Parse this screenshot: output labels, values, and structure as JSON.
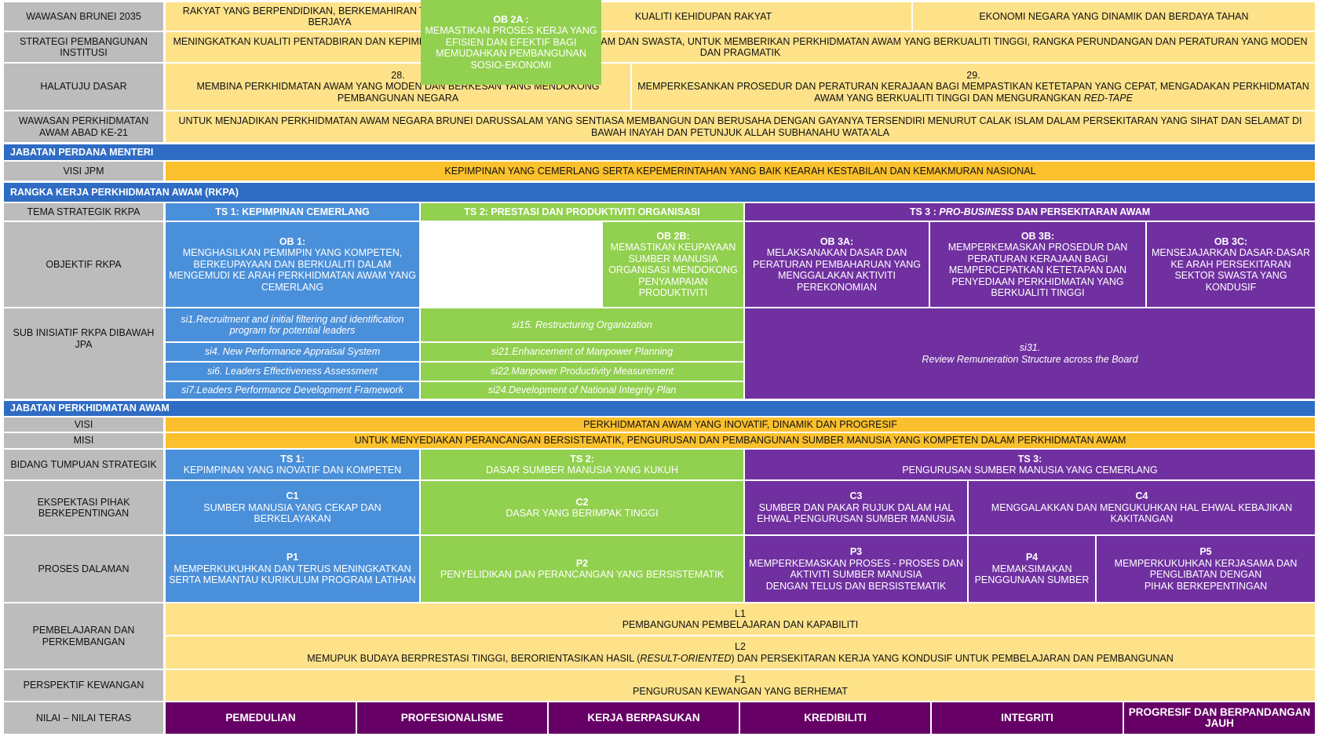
{
  "wawasan": {
    "label": "WAWASAN BRUNEI 2035",
    "goal1": "RAKYAT YANG BERPENDIDIKAN, BERKEMAHIRAN TINGGI DAN BERJAYA",
    "goal2": "KUALITI KEHIDUPAN RAKYAT",
    "goal3": "EKONOMI NEGARA YANG DINAMIK DAN BERDAYA TAHAN"
  },
  "strategi": {
    "label": "STRATEGI PEMBANGUNAN INSTITUSI",
    "text": "MENINGKATKAN KUALITI PENTADBIRAN DAN KEPIMPINAN (GOVERNANCE) DI SEKTOR AWAM DAN SWASTA, UNTUK MEMBERIKAN PERKHIDMATAN AWAM YANG BERKUALITI TINGGI, RANGKA PERUNDANGAN DAN PERATURAN YANG MODEN DAN PRAGMATIK"
  },
  "halatuju": {
    "label": "HALATUJU DASAR",
    "d28_num": "28.",
    "d28_text": "MEMBINA PERKHIDMATAN AWAM YANG MODEN DAN BERKESAN YANG MENDOKONG PEMBANGUNAN NEGARA",
    "d29_num": "29.",
    "d29_text": "MEMPERKESANKAN PROSEDUR DAN PERATURAN KERAJAAN BAGI MEMPASTIKAN KETETAPAN YANG CEPAT, MENGADAKAN PERKHIDMATAN AWAM YANG BERKUALITI TINGGI DAN MENGURANGKAN ",
    "d29_em": "RED-TAPE"
  },
  "wawasan_pa": {
    "label": "WAWASAN PERKHIDMATAN AWAM ABAD KE-21",
    "text": "UNTUK MENJADIKAN PERKHIDMATAN AWAM NEGARA BRUNEI DARUSSALAM YANG SENTIASA MEMBANGUN DAN BERUSAHA DENGAN GAYANYA TERSENDIRI MENURUT CALAK ISLAM DALAM PERSEKITARAN YANG SIHAT DAN SELAMAT DI BAWAH INAYAH DAN PETUNJUK ALLAH SUBHANAHU WATA'ALA"
  },
  "jpm": {
    "header": "JABATAN PERDANA MENTERI",
    "visi_label": "VISI JPM",
    "visi_text": "KEPIMPINAN YANG CEMERLANG SERTA KEPEMERINTAHAN YANG BAIK KEARAH KESTABILAN DAN KEMAKMURAN NASIONAL"
  },
  "rkpa": {
    "header": "RANGKA KERJA PERKHIDMATAN AWAM (RKPA)",
    "tema_label": "TEMA STRATEGIK RKPA",
    "ts1": "TS 1: KEPIMPINAN CEMERLANG",
    "ts2": "TS 2: PRESTASI DAN PRODUKTIVITI ORGANISASI",
    "ts3_prefix": "TS 3 : ",
    "ts3_em": "PRO-BUSINESS",
    "ts3_suffix": " DAN PERSEKITARAN AWAM",
    "objektif_label": "OBJEKTIF RKPA",
    "ob1_title": "OB 1:",
    "ob1_text": "MENGHASILKAN PEMIMPIN YANG KOMPETEN, BERKEUPAYAAN DAN BERKUALITI DALAM MENGEMUDI KE ARAH PERKHIDMATAN AWAM YANG CEMERLANG",
    "ob2a_title": "OB 2A :",
    "ob2a_text": "MEMASTIKAN PROSES KERJA YANG EFISIEN DAN EFEKTIF BAGI MEMUDAHKAN PEMBANGUNAN SOSIO-EKONOMI",
    "ob2b_title": "OB 2B:",
    "ob2b_text": "MEMASTIKAN KEUPAYAAN SUMBER MANUSIA ORGANISASI MENDOKONG PENYAMPAIAN PRODUKTIVITI",
    "ob3a_title": "OB 3A:",
    "ob3a_text": "MELAKSANAKAN DASAR DAN PERATURAN PEMBAHARUAN YANG MENGGALAKAN AKTIVITI PEREKONOMIAN",
    "ob3b_title": "OB 3B:",
    "ob3b_text": "MEMPERKEMASKAN  PROSEDUR DAN PERATURAN KERAJAAN BAGI MEMPERCEPATKAN KETETAPAN DAN PENYEDIAAN PERKHIDMATAN YANG BERKUALITI TINGGI",
    "ob3c_title": "OB 3C:",
    "ob3c_text": "MENSEJAJARKAN DASAR-DASAR KE ARAH PERSEKITARAN SEKTOR SWASTA YANG KONDUSIF",
    "sub_label": "SUB INISIATIF RKPA DIBAWAH JPA",
    "si1": "si1.Recruitment and initial filtering and identification program for potential leaders",
    "si4": "si4.  New Performance Appraisal System",
    "si6": "si6. Leaders Effectiveness Assessment",
    "si7": "si7.Leaders Performance Development Framework",
    "si15": "si15. Restructuring Organization",
    "si21": "si21.Enhancement of Manpower Planning",
    "si22": "si22.Manpower Productivity Measurement",
    "si24": "si24.Development of National Integrity Plan",
    "si31_num": "si31.",
    "si31_text": "Review Remuneration Structure across the Board"
  },
  "jpa": {
    "header": "JABATAN  PERKHIDMATAN AWAM",
    "visi_label": "VISI",
    "visi_text": "PERKHIDMATAN AWAM YANG INOVATIF, DINAMIK DAN PROGRESIF",
    "misi_label": "MISI",
    "misi_text": "UNTUK MENYEDIAKAN PERANCANGAN BERSISTEMATIK, PENGURUSAN DAN PEMBANGUNAN  SUMBER MANUSIA YANG KOMPETEN DALAM PERKHIDMATAN AWAM",
    "bidang_label": "BIDANG TUMPUAN STRATEGIK",
    "ts1_title": "TS 1:",
    "ts1_text": "KEPIMPINAN YANG INOVATIF DAN KOMPETEN",
    "ts2_title": "TS 2:",
    "ts2_text": "DASAR SUMBER MANUSIA YANG KUKUH",
    "ts3_title": "TS 3:",
    "ts3_text": "PENGURUSAN SUMBER MANUSIA YANG CEMERLANG",
    "ekspektasi_label": "EKSPEKTASI PIHAK BERKEPENTINGAN",
    "c1_title": "C1",
    "c1_text": "SUMBER MANUSIA YANG CEKAP DAN BERKELAYAKAN",
    "c2_title": "C2",
    "c2_text": "DASAR YANG BERIMPAK TINGGI",
    "c3_title": "C3",
    "c3_text": "SUMBER DAN PAKAR RUJUK DALAM HAL EHWAL PENGURUSAN SUMBER MANUSIA",
    "c4_title": "C4",
    "c4_text": "MENGGALAKKAN DAN MENGUKUHKAN HAL EHWAL KEBAJIKAN KAKITANGAN",
    "proses_label": "PROSES DALAMAN",
    "p1_title": "P1",
    "p1_text": "MEMPERKUKUHKAN DAN TERUS MENINGKATKAN SERTA MEMANTAU KURIKULUM PROGRAM LATIHAN",
    "p2_title": "P2",
    "p2_text": "PENYELIDIKAN DAN PERANCANGAN YANG BERSISTEMATIK",
    "p3_title": "P3",
    "p3_text": "MEMPERKEMASKAN PROSES - PROSES DAN AKTIVITI SUMBER MANUSIA\nDENGAN TELUS DAN BERSISTEMATIK",
    "p4_title": "P4",
    "p4_text": "MEMAKSIMAKAN PENGGUNAAN SUMBER",
    "p5_title": "P5",
    "p5_text": "MEMPERKUKUHKAN KERJASAMA DAN PENGLIBATAN DENGAN\nPIHAK BERKEPENTINGAN",
    "pembelajaran_label": "PEMBELAJARAN DAN PERKEMBANGAN",
    "l1_title": "L1",
    "l1_text": "PEMBANGUNAN  PEMBELAJARAN DAN KAPABILITI",
    "l2_title": "L2",
    "l2_text_pre": "MEMUPUK BUDAYA BERPRESTASI TINGGI, BERORIENTASIKAN  HASIL (",
    "l2_em": "RESULT-ORIENTED",
    "l2_text_post": ") DAN PERSEKITARAN KERJA YANG KONDUSIF UNTUK PEMBELAJARAN DAN PEMBANGUNAN",
    "kewangan_label": "PERSPEKTIF KEWANGAN",
    "f1_title": "F1",
    "f1_text": "PENGURUSAN KEWANGAN YANG BERHEMAT",
    "nilai_label": "NILAI – NILAI TERAS",
    "nilai": [
      "PEMEDULIAN",
      "PROFESIONALISME",
      "KERJA BERPASUKAN",
      "KREDIBILITI",
      "INTEGRITI",
      "PROGRESIF DAN BERPANDANGAN JAUH"
    ]
  },
  "colors": {
    "label_gray": "#bcbcbc",
    "light_yellow": "#fde28a",
    "gold": "#fbc02d",
    "header_blue": "#2f6cc4",
    "ts1_blue": "#4a8fd9",
    "ts2_green": "#92d050",
    "ts3_purple": "#7030a0",
    "values_plum": "#660066"
  }
}
